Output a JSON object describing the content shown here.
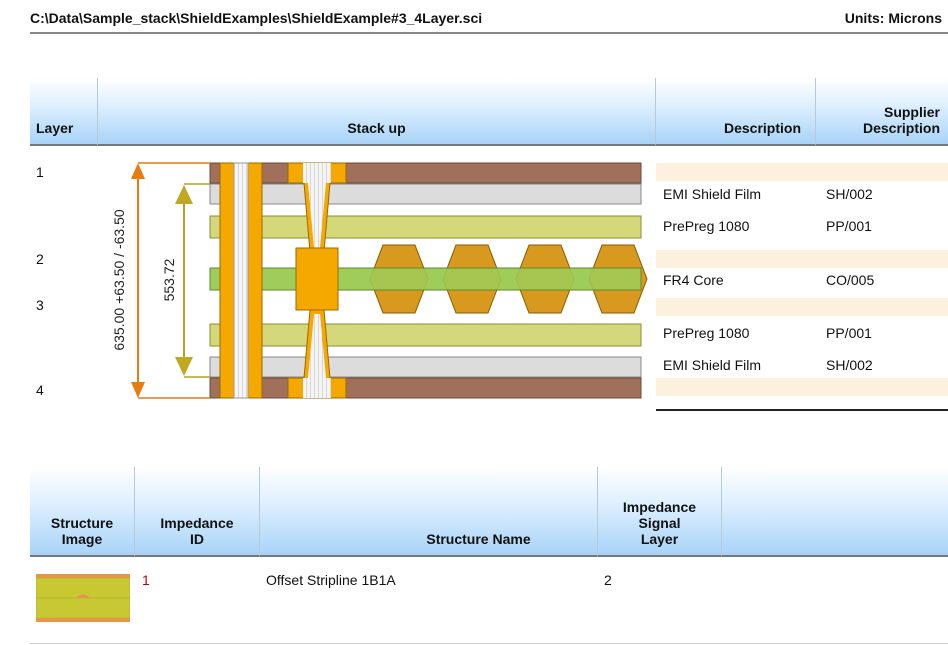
{
  "header": {
    "file_path": "C:\\Data\\Sample_stack\\ShieldExamples\\ShieldExample#3_4Layer.sci",
    "units": "Units: Microns"
  },
  "stackup_table": {
    "columns": {
      "layer": "Layer",
      "stackup": "Stack up",
      "description": "Description",
      "supplier_line1": "Supplier",
      "supplier_line2": "Description"
    },
    "layer_numbers": [
      "1",
      "2",
      "3",
      "4"
    ],
    "rows": [
      {
        "description": "EMI Shield Film",
        "supplier": "SH/002"
      },
      {
        "description": "PrePreg 1080",
        "supplier": "PP/001"
      },
      {
        "description": "FR4 Core",
        "supplier": "CO/005"
      },
      {
        "description": "PrePreg 1080",
        "supplier": "PP/001"
      },
      {
        "description": "EMI Shield Film",
        "supplier": "SH/002"
      }
    ],
    "dimensions": {
      "total_label": "635.00 +63.50 / -63.50",
      "inner_label": "553.72"
    },
    "colors": {
      "copper": "#a0705a",
      "shield_film": "#d8d8d8",
      "prepreg": "#d4d87a",
      "core": "#9fcc5a",
      "via_pad": "#f5a800",
      "dimension_arrow": "#e87c10",
      "inner_arrow": "#b8a020",
      "trace": "#d89a1e"
    }
  },
  "impedance_table": {
    "columns": {
      "image_line1": "Structure",
      "image_line2": "Image",
      "id_line1": "Impedance",
      "id_line2": "ID",
      "name": "Structure Name",
      "signal_line1": "Impedance",
      "signal_line2": "Signal",
      "signal_line3": "Layer"
    },
    "rows": [
      {
        "id": "1",
        "name": "Offset Stripline 1B1A",
        "signal_layer": "2"
      }
    ]
  }
}
